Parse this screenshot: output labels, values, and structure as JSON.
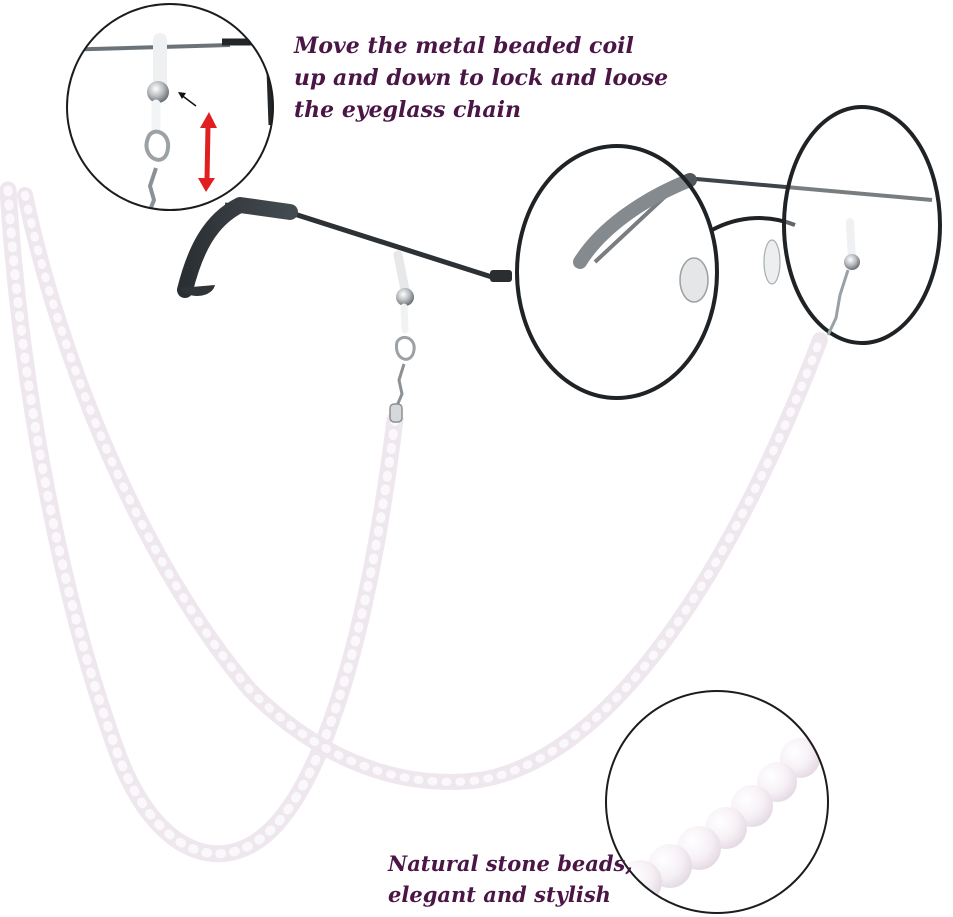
{
  "captions": {
    "coil": {
      "lines": [
        "Move the metal beaded coil",
        "up and down to lock and loose",
        "the eyeglass chain"
      ]
    },
    "beads": {
      "lines": [
        "Natural stone beads,",
        "elegant and stylish"
      ]
    }
  },
  "colors": {
    "caption_text": "#4a1646",
    "frame_metal": "#1f2326",
    "arrow_red": "#e02020",
    "beads": "#f3ecf2"
  },
  "icons": {
    "lock_arrow": "double-arrow-icon",
    "pointer_arrow": "arrow-pointer-icon"
  }
}
